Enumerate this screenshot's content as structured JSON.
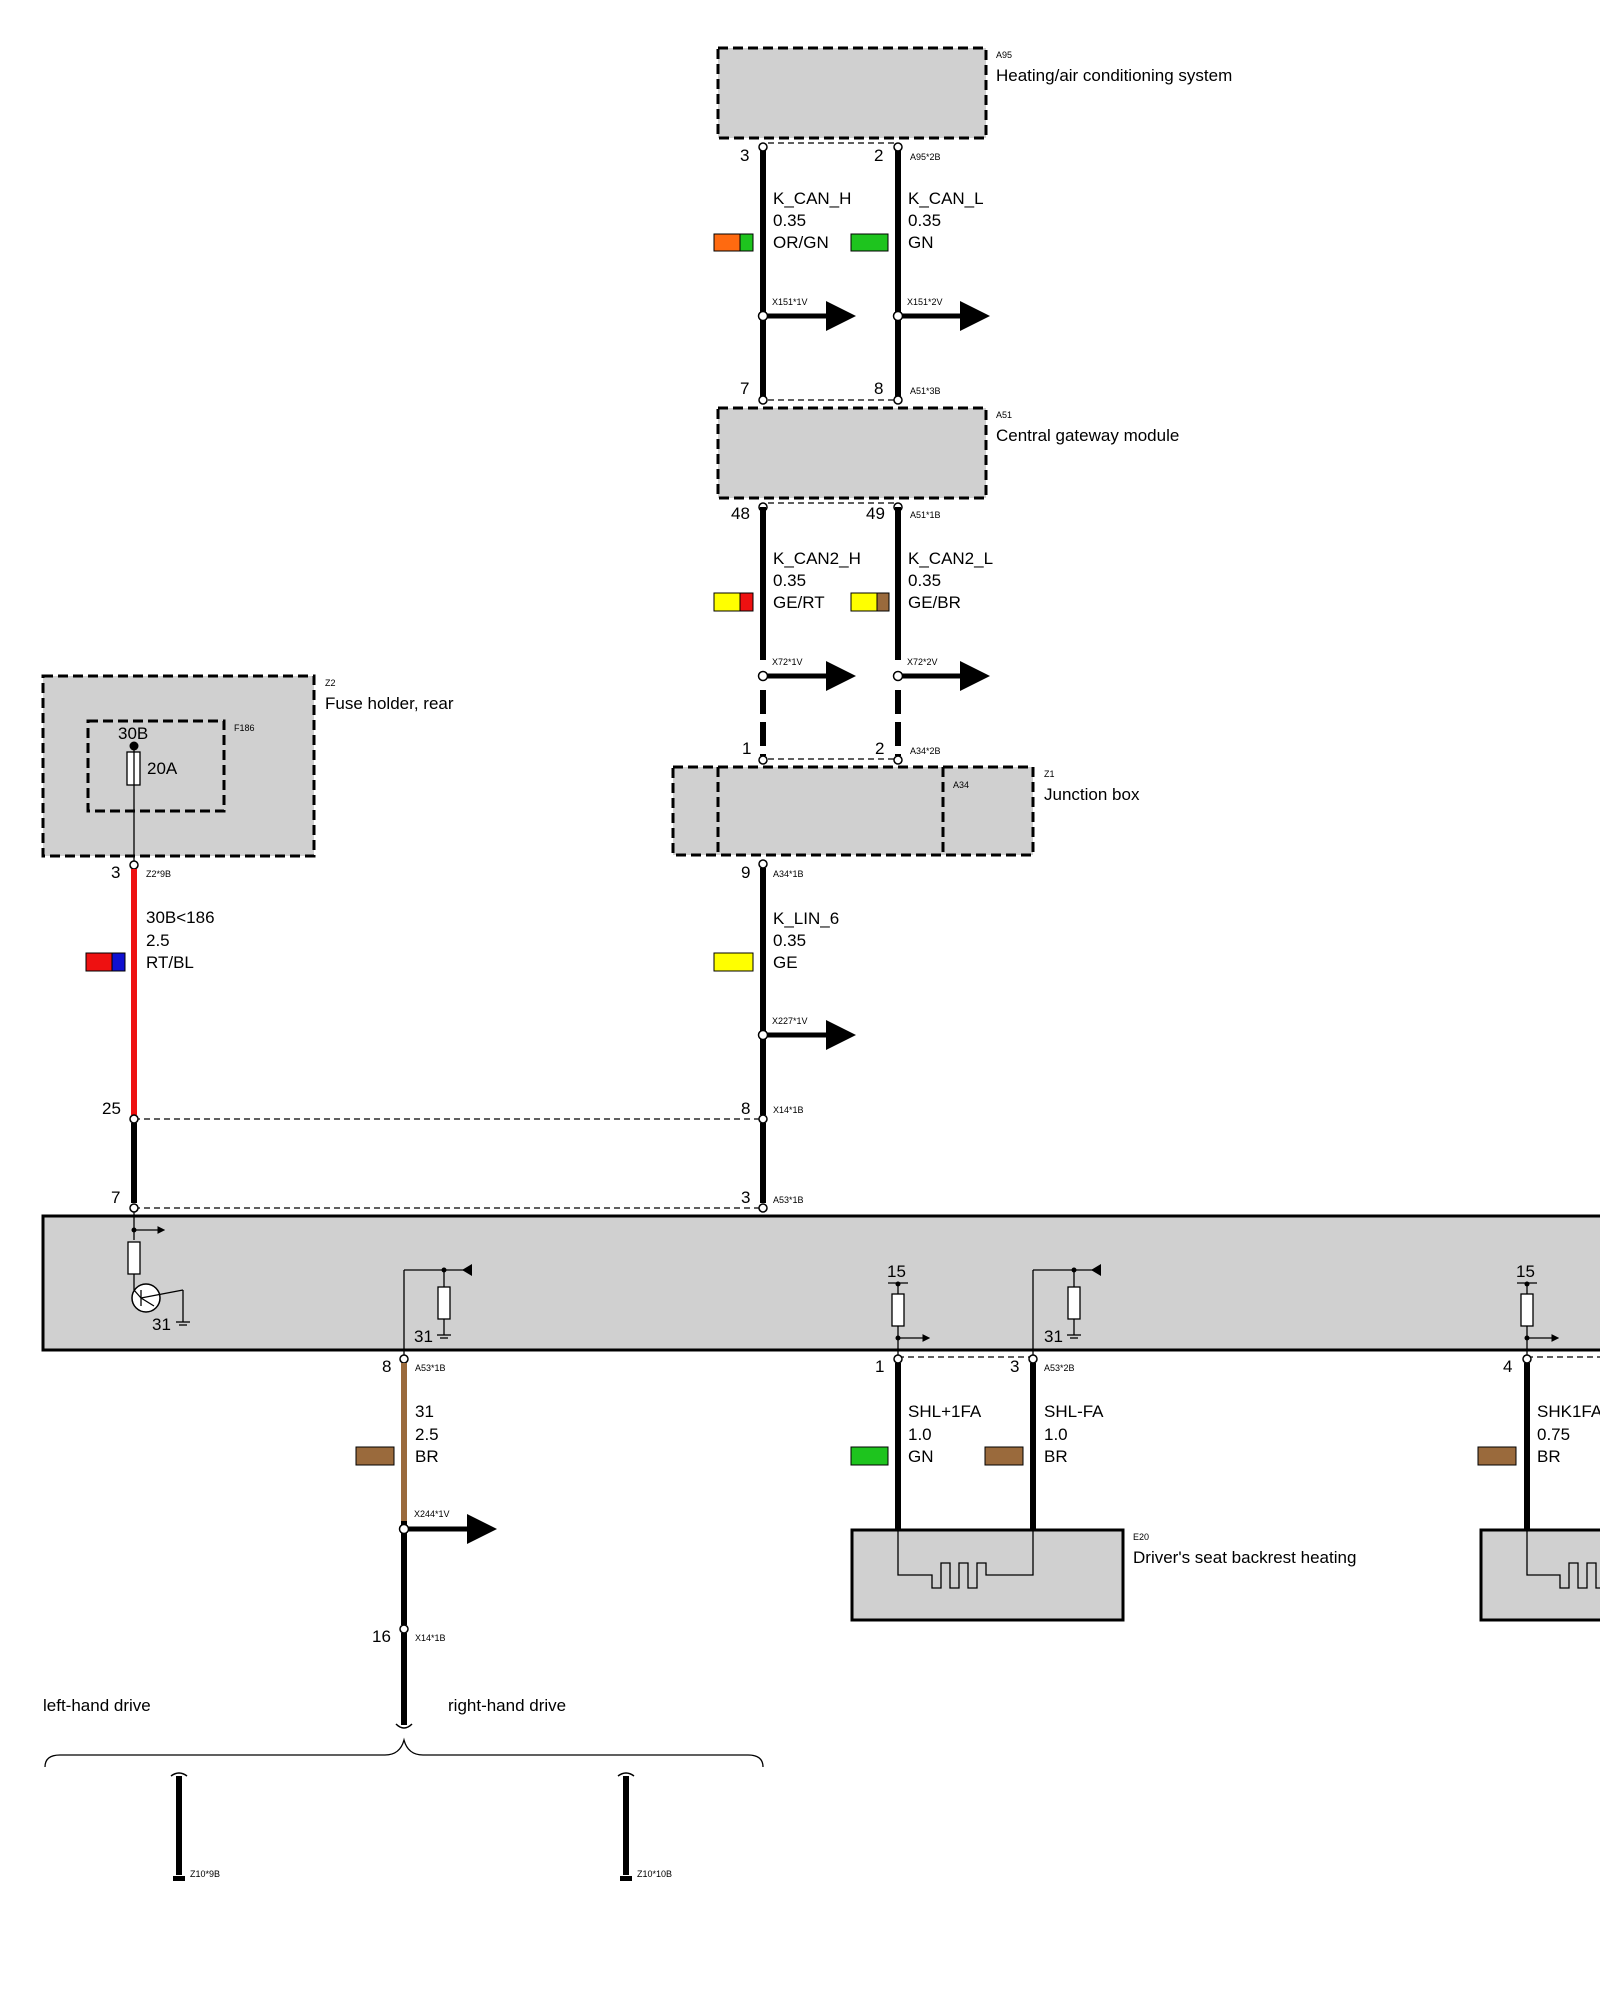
{
  "components": {
    "a95": {
      "code": "A95",
      "name": "Heating/air conditioning system",
      "connector": "A95*2B",
      "pin_left": "3",
      "pin_right": "2"
    },
    "a51": {
      "code": "A51",
      "name": "Central gateway module",
      "connector_top": "A51*3B",
      "pin_top_left": "7",
      "pin_top_right": "8",
      "connector_bottom": "A51*1B",
      "pin_bottom_left": "48",
      "pin_bottom_right": "49"
    },
    "z1": {
      "code": "Z1",
      "sub": "A34",
      "name": "Junction box",
      "connector_top": "A34*2B",
      "pin_top_left": "1",
      "pin_top_right": "2",
      "connector_bottom": "A34*1B",
      "pin_bottom": "9"
    },
    "z2": {
      "code": "Z2",
      "name": "Fuse holder, rear",
      "fuse_code": "F186",
      "fuse_terminal": "30B",
      "fuse_rating": "20A",
      "connector": "Z2*9B",
      "pin": "3"
    },
    "x14_top": {
      "connector": "X14*1B",
      "pin_left": "25",
      "pin_right": "8"
    },
    "a53": {
      "connector_top": "A53*1B",
      "pin_top_left": "7",
      "pin_top_right": "3",
      "ground_1": "31",
      "ground_2": "31",
      "ground_3": "31",
      "term_15_a": "15",
      "term_15_b": "15",
      "pin_bottom_8": "8",
      "connector_bottom_1": "A53*1B",
      "pin_bottom_1": "1",
      "pin_bottom_3": "3",
      "connector_bottom_2": "A53*2B",
      "pin_bottom_4": "4"
    },
    "e20": {
      "code": "E20",
      "name": "Driver's seat backrest heating"
    },
    "x14_bottom": {
      "connector": "X14*1B",
      "pin": "16"
    },
    "z10": {
      "left_connector": "Z10*9B",
      "right_connector": "Z10*10B"
    }
  },
  "wires": {
    "k_can_h": {
      "name": "K_CAN_H",
      "size": "0.35",
      "color": "OR/GN",
      "branch": "X151*1V",
      "c1": "#ff6a10",
      "c2": "#1ec41e"
    },
    "k_can_l": {
      "name": "K_CAN_L",
      "size": "0.35",
      "color": "GN",
      "branch": "X151*2V",
      "c1": "#1ec41e"
    },
    "k_can2_h": {
      "name": "K_CAN2_H",
      "size": "0.35",
      "color": "GE/RT",
      "branch": "X72*1V",
      "c1": "#ffff00",
      "c2": "#ee1111"
    },
    "k_can2_l": {
      "name": "K_CAN2_L",
      "size": "0.35",
      "color": "GE/BR",
      "branch": "X72*2V",
      "c1": "#ffff00",
      "c2": "#9a6a3c"
    },
    "k_lin_6": {
      "name": "K_LIN_6",
      "size": "0.35",
      "color": "GE",
      "branch": "X227*1V",
      "c1": "#ffff00"
    },
    "w_30b": {
      "name": "30B<186",
      "size": "2.5",
      "color": "RT/BL",
      "c1": "#ee1111",
      "c2": "#1010d0"
    },
    "w_31": {
      "name": "31",
      "size": "2.5",
      "color": "BR",
      "branch": "X244*1V",
      "c1": "#9a6a3c"
    },
    "shl_plus": {
      "name": "SHL+1FA",
      "size": "1.0",
      "color": "GN",
      "c1": "#1ec41e"
    },
    "shl_minus": {
      "name": "SHL-FA",
      "size": "1.0",
      "color": "BR",
      "c1": "#9a6a3c"
    },
    "shk": {
      "name": "SHK1FA",
      "size": "0.75",
      "color": "BR",
      "c1": "#9a6a3c"
    }
  },
  "notes": {
    "left_hand_drive": "left-hand drive",
    "right_hand_drive": "right-hand drive"
  }
}
